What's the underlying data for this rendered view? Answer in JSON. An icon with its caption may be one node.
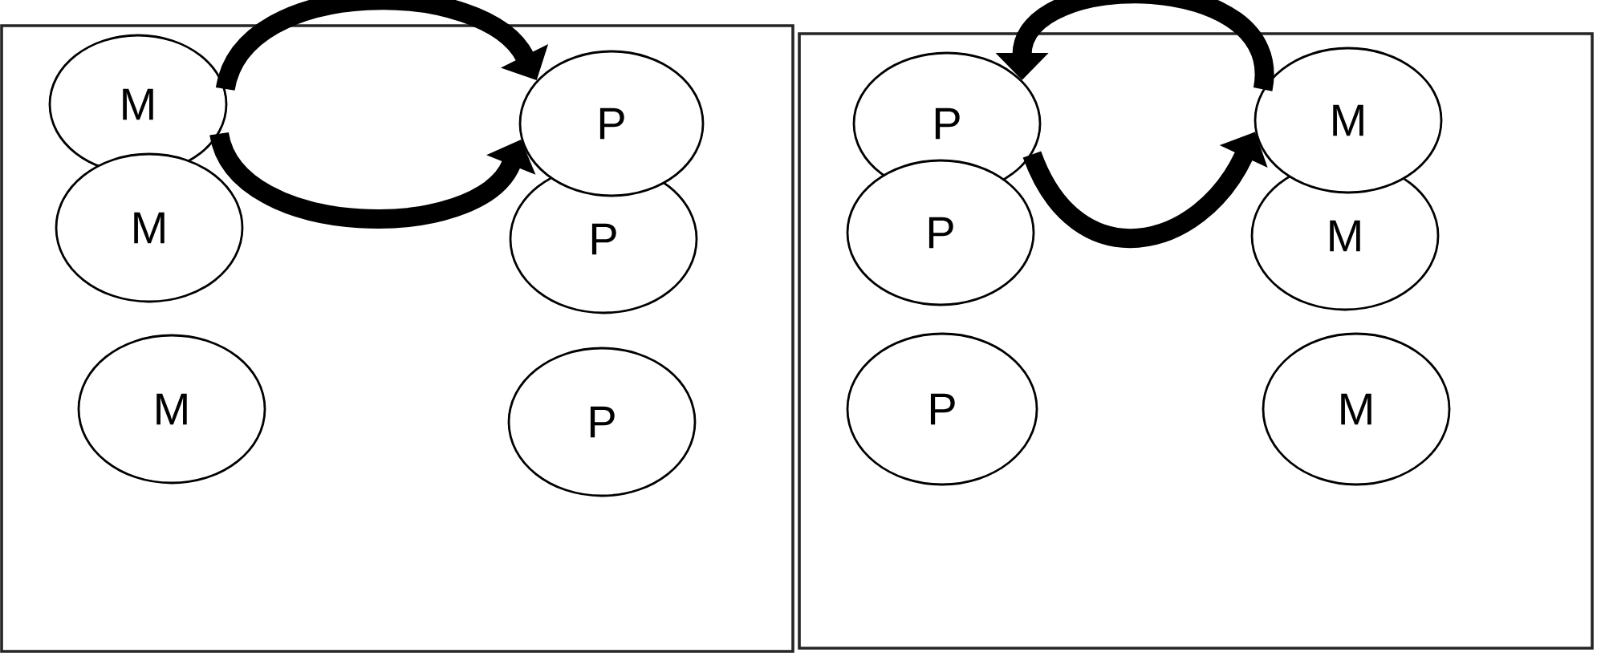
{
  "diagram": {
    "nodes": [
      {
        "text": [],
        "shape": "box"
      },
      {
        "text": [
          "M"
        ],
        "in": 0
      },
      {
        "text": [
          "P"
        ],
        "in": 0
      },
      {
        "text": [
          "M"
        ],
        "in": 0
      },
      {
        "text": [
          "P"
        ],
        "in": 0
      },
      {
        "text": [
          "M"
        ],
        "in": 0
      },
      {
        "text": [
          "P"
        ],
        "in": 0
      },
      {
        "text": [],
        "shape": "box"
      },
      {
        "text": [
          "P"
        ],
        "in": 7
      },
      {
        "text": [
          "M"
        ],
        "in": 7
      },
      {
        "text": [
          "P"
        ],
        "in": 7
      },
      {
        "text": [
          "M"
        ],
        "in": 7
      },
      {
        "text": [
          "P"
        ],
        "in": 7
      },
      {
        "text": [
          "M"
        ],
        "in": 7
      }
    ],
    "edges": [
      {
        "from": 1,
        "to": 2,
        "arrow": "to"
      },
      {
        "from": 1,
        "to": 2,
        "arrow": "to"
      },
      {
        "from": 9,
        "to": 8,
        "arrow": "to"
      },
      {
        "from": 8,
        "to": 9,
        "arrow": "to"
      }
    ]
  }
}
